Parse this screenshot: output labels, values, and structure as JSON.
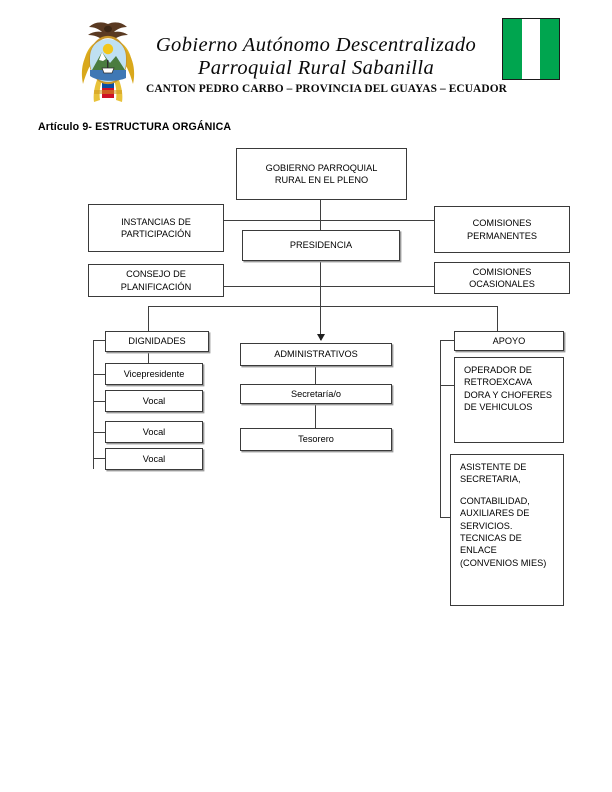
{
  "document": {
    "letterhead": {
      "coat_of_arms_alt": "ecuador-coat-of-arms",
      "title_line_1": "Gobierno Autónomo Descentralizado",
      "title_line_2": "Parroquial Rural Sabanilla",
      "subtitle": "CANTON PEDRO CARBO – PROVINCIA DEL GUAYAS – ECUADOR",
      "flag": {
        "alt": "sabanilla-flag",
        "bands": [
          "#00a54f",
          "#ffffff",
          "#00a54f"
        ]
      }
    },
    "article_heading": "Artículo 9- ESTRUCTURA ORGÁNICA"
  },
  "chart_data": {
    "type": "diagram",
    "title": "Artículo 9- ESTRUCTURA ORGÁNICA",
    "diagram_kind": "organizational-chart",
    "nodes": [
      {
        "id": "pleno",
        "label": "GOBIERNO PARROQUIAL RURAL EN EL PLENO",
        "level": 0,
        "column": "center"
      },
      {
        "id": "instancias",
        "label": "INSTANCIAS DE PARTICIPACIÓN",
        "level": 1,
        "column": "left"
      },
      {
        "id": "presidencia",
        "label": "PRESIDENCIA",
        "level": 1,
        "column": "center"
      },
      {
        "id": "permanentes",
        "label": "COMISIONES PERMANENTES",
        "level": 1,
        "column": "right"
      },
      {
        "id": "consejo",
        "label": "CONSEJO DE PLANIFICACIÓN",
        "level": 2,
        "column": "left"
      },
      {
        "id": "ocasionales",
        "label": "COMISIONES OCASIONALES",
        "level": 2,
        "column": "right"
      },
      {
        "id": "dignidades",
        "label": "DIGNIDADES",
        "level": 3,
        "column": "left"
      },
      {
        "id": "administrativos",
        "label": "ADMINISTRATIVOS",
        "level": 3,
        "column": "center"
      },
      {
        "id": "apoyo",
        "label": "APOYO",
        "level": 3,
        "column": "right"
      },
      {
        "id": "vicepresidente",
        "label": "Vicepresidente",
        "level": 4,
        "column": "left"
      },
      {
        "id": "vocal1",
        "label": "Vocal",
        "level": 5,
        "column": "left"
      },
      {
        "id": "vocal2",
        "label": "Vocal",
        "level": 6,
        "column": "left"
      },
      {
        "id": "vocal3",
        "label": "Vocal",
        "level": 7,
        "column": "left"
      },
      {
        "id": "secretaria",
        "label": "Secretaría/o",
        "level": 4,
        "column": "center"
      },
      {
        "id": "tesorero",
        "label": "Tesorero",
        "level": 5,
        "column": "center"
      },
      {
        "id": "operador",
        "label": "OPERADOR DE RETROEXCAVADORA Y CHOFERES DE VEHICULOS",
        "level": 4,
        "column": "right"
      },
      {
        "id": "asistente",
        "label": "ASISTENTE DE SECRETARIA,",
        "label2": "CONTABILIDAD, AUXILIARES DE SERVICIOS. TECNICAS DE ENLACE (CONVENIOS MIES)",
        "level": 5,
        "column": "right"
      }
    ],
    "edges": [
      {
        "from": "pleno",
        "to": "presidencia"
      },
      {
        "from": "pleno",
        "to": "instancias"
      },
      {
        "from": "pleno",
        "to": "permanentes"
      },
      {
        "from": "pleno",
        "to": "consejo"
      },
      {
        "from": "pleno",
        "to": "ocasionales"
      },
      {
        "from": "presidencia",
        "to": "administrativos",
        "arrow": true
      },
      {
        "from": "presidencia",
        "to": "dignidades"
      },
      {
        "from": "presidencia",
        "to": "apoyo"
      },
      {
        "from": "dignidades",
        "to": "vicepresidente"
      },
      {
        "from": "dignidades",
        "to": "vocal1"
      },
      {
        "from": "dignidades",
        "to": "vocal2"
      },
      {
        "from": "dignidades",
        "to": "vocal3"
      },
      {
        "from": "administrativos",
        "to": "secretaria"
      },
      {
        "from": "secretaria",
        "to": "tesorero"
      },
      {
        "from": "apoyo",
        "to": "operador"
      },
      {
        "from": "apoyo",
        "to": "asistente"
      }
    ]
  },
  "nodes_text": {
    "pleno_l1": "GOBIERNO PARROQUIAL",
    "pleno_l2": "RURAL EN EL PLENO",
    "instancias_l1": "INSTANCIAS DE",
    "instancias_l2": "PARTICIPACIÓN",
    "presidencia": "PRESIDENCIA",
    "permanentes_l1": "COMISIONES",
    "permanentes_l2": "PERMANENTES",
    "consejo_l1": "CONSEJO DE",
    "consejo_l2": "PLANIFICACIÓN",
    "ocasionales_l1": "COMISIONES",
    "ocasionales_l2": "OCASIONALES",
    "dignidades": "DIGNIDADES",
    "administrativos": "ADMINISTRATIVOS",
    "apoyo": "APOYO",
    "vicepresidente": "Vicepresidente",
    "vocal1": "Vocal",
    "vocal2": "Vocal",
    "vocal3": "Vocal",
    "secretaria": "Secretaría/o",
    "tesorero": "Tesorero",
    "operador": "OPERADOR DE RETROEXCAVA DORA Y CHOFERES DE VEHICULOS",
    "asistente_p1": "ASISTENTE DE SECRETARIA,",
    "asistente_p2": "CONTABILIDAD, AUXILIARES DE SERVICIOS. TECNICAS DE ENLACE (CONVENIOS MIES)"
  }
}
